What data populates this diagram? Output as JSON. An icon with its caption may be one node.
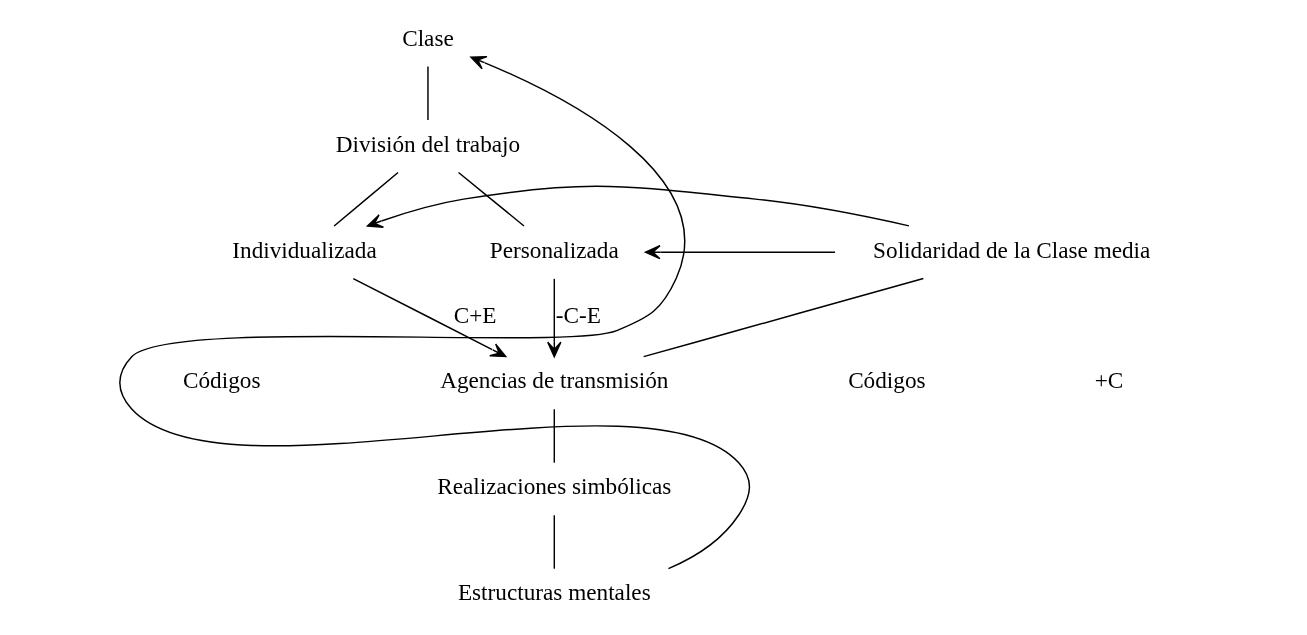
{
  "diagram": {
    "nodes": [
      {
        "text": [
          "Clase"
        ]
      },
      {
        "text": [
          "División del trabajo"
        ]
      },
      {
        "text": [
          "Individualizada"
        ]
      },
      {
        "text": [
          "Solidaridad de la Clase media"
        ]
      },
      {
        "text": [
          "Personalizada"
        ]
      },
      {
        "text": [
          "Agencias de transmisión"
        ]
      },
      {
        "text": [
          "Realizaciones simbólicas"
        ]
      },
      {
        "text": [
          "Estructuras mentales"
        ]
      }
    ],
    "edges": [
      {
        "from": 0,
        "to": 1,
        "arrow": "none"
      },
      {
        "from": 1,
        "to": 2,
        "arrow": "none"
      },
      {
        "from": 1,
        "to": 4,
        "arrow": "none"
      },
      {
        "from": 3,
        "to": 2,
        "arrow": "to"
      },
      {
        "from": 3,
        "to": 4,
        "arrow": "to"
      },
      {
        "from": 3,
        "to": 5,
        "arrow": "none"
      },
      {
        "from": 2,
        "to": 5,
        "arrow": "to",
        "label": "C+E"
      },
      {
        "from": 4,
        "to": 5,
        "arrow": "to",
        "label": "-C-E"
      },
      {
        "from": 5,
        "to": 6,
        "arrow": "none"
      },
      {
        "from": 6,
        "to": 7,
        "arrow": "none"
      },
      {
        "from": 7,
        "to": 0,
        "arrow": "to"
      }
    ],
    "labels": [
      "+C",
      "Códigos",
      "Códigos"
    ]
  }
}
